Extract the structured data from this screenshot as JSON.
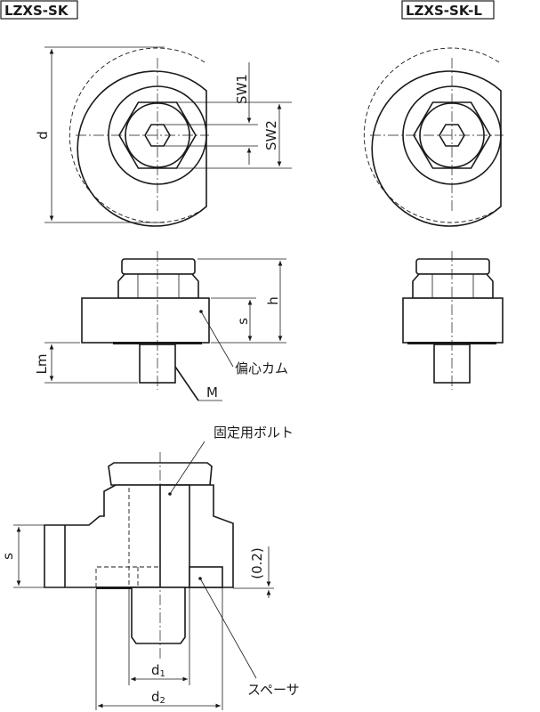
{
  "titles": {
    "standard": "LZXS-SK",
    "long": "LZXS-SK-L"
  },
  "dimensions": {
    "d": "d",
    "sw1": "SW1",
    "sw2": "SW2",
    "h": "h",
    "s": "s",
    "lm": "Lm",
    "m": "M",
    "d1": "d1",
    "d2": "d2",
    "gap": "(0.2)"
  },
  "labels": {
    "eccentric_cam": "偏心カム",
    "fixing_bolt": "固定用ボルト",
    "spacer": "スペーサ"
  }
}
